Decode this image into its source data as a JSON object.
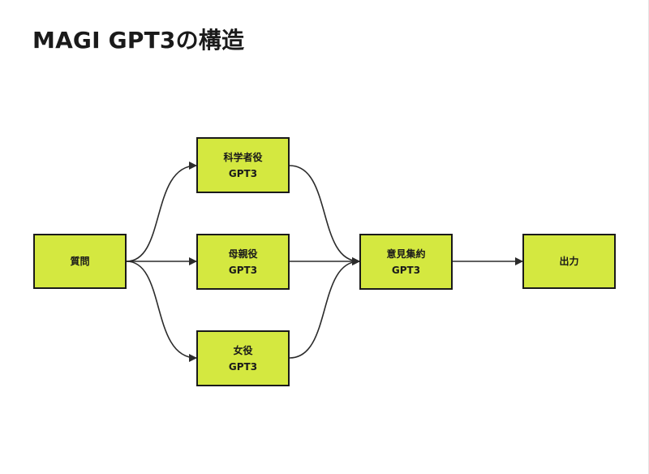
{
  "title": "MAGI GPT3の構造",
  "colors": {
    "node_fill": "#d4e840",
    "node_border": "#1a1a1a",
    "edge": "#2b2b2b"
  },
  "nodes": {
    "question": {
      "label": "質問"
    },
    "scientist": {
      "label": "科学者役",
      "sublabel": "GPT3"
    },
    "mother": {
      "label": "母親役",
      "sublabel": "GPT3"
    },
    "woman": {
      "label": "女役",
      "sublabel": "GPT3"
    },
    "aggregate": {
      "label": "意見集約",
      "sublabel": "GPT3"
    },
    "output": {
      "label": "出力"
    }
  }
}
